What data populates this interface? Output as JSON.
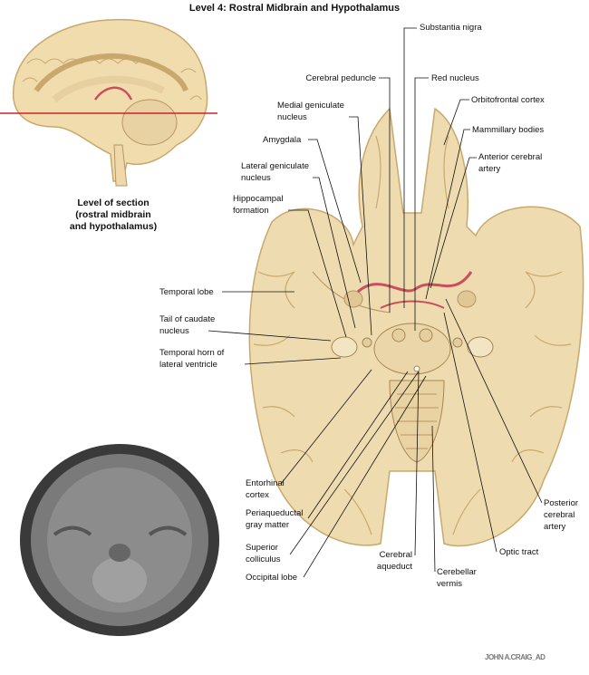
{
  "title": "Level 4: Rostral Midbrain and Hypothalamus",
  "caption": "Level of section\n(rostral midbrain\nand hypothalamus)",
  "labels": {
    "substantia_nigra": "Substantia nigra",
    "cerebral_peduncle": "Cerebral peduncle",
    "red_nucleus": "Red nucleus",
    "medial_geniculate": "Medial geniculate\nnucleus",
    "orbitofrontal": "Orbitofrontal cortex",
    "amygdala": "Amygdala",
    "mammillary": "Mammillary bodies",
    "anterior_cerebral": "Anterior cerebral\nartery",
    "lateral_geniculate": "Lateral geniculate\nnucleus",
    "hippocampal": "Hippocampal\nformation",
    "temporal_lobe": "Temporal lobe",
    "tail_caudate": "Tail of caudate\nnucleus",
    "temporal_horn": "Temporal horn of\nlateral ventricle",
    "entorhinal": "Entorhinal\ncortex",
    "periaqueductal": "Periaqueductal\ngray matter",
    "superior_colliculus": "Superior\ncolliculus",
    "occipital_lobe": "Occipital lobe",
    "cerebral_aqueduct": "Cerebral\naqueduct",
    "cerebellar_vermis": "Cerebellar\nvermis",
    "optic_tract": "Optic tract",
    "posterior_cerebral": "Posterior\ncerebral\nartery"
  },
  "signature": "JOHN A.CRAIG_AD",
  "colors": {
    "tissue": "#eedcb0",
    "gyri_line": "#c9a86e",
    "artery": "#c9505a",
    "section_line": "#d0202a",
    "mri": "#6d6d6d"
  }
}
